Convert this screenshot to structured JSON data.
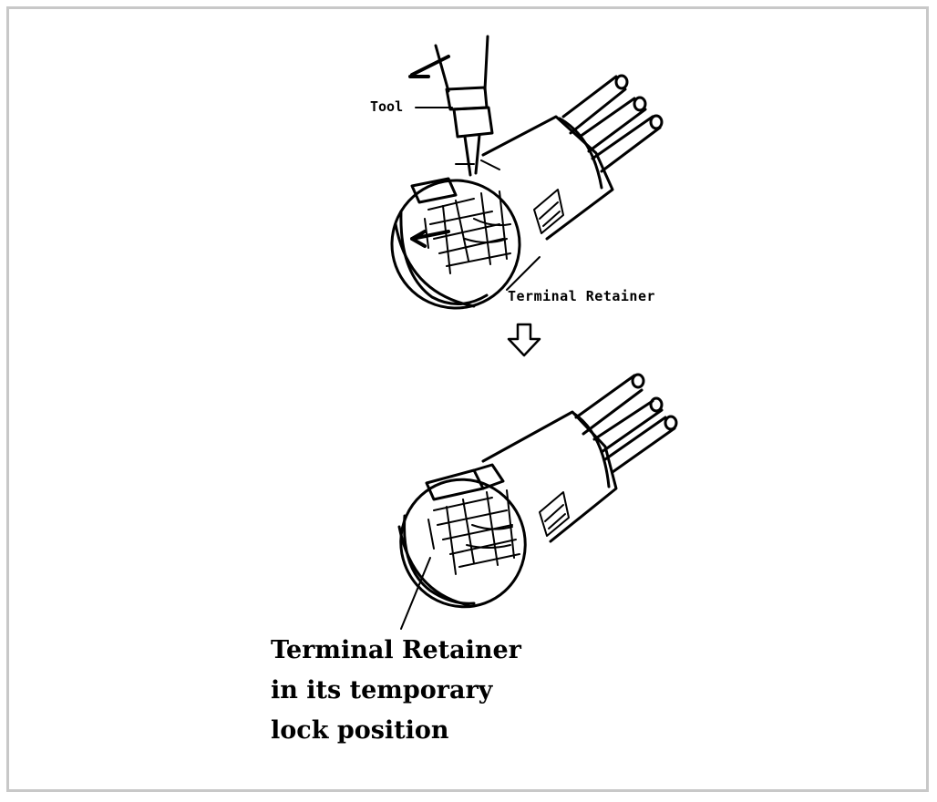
{
  "labels": {
    "tool": "Tool",
    "terminal_retainer": "Terminal Retainer",
    "caption_lines": [
      "Terminal Retainer",
      "in its temporary",
      "lock position"
    ]
  },
  "icons": {
    "step_arrow": "down-arrow-icon"
  }
}
